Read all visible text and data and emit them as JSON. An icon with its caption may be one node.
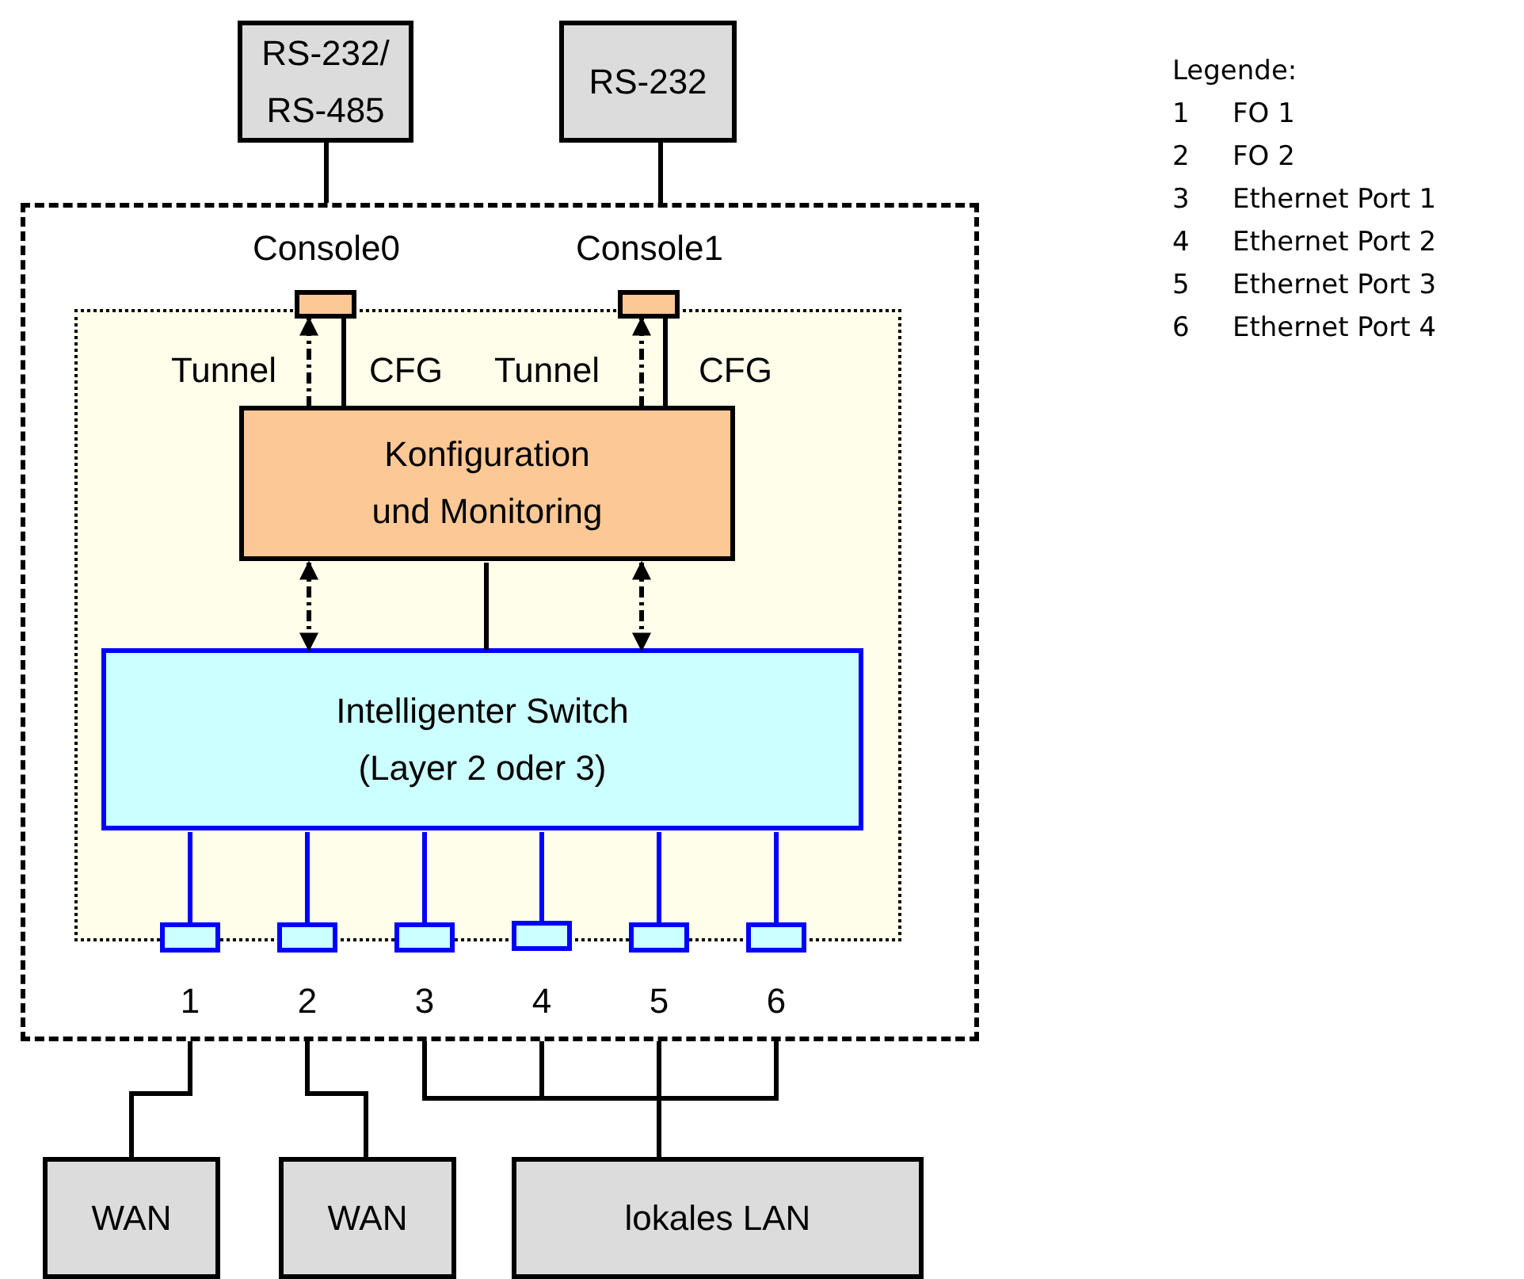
{
  "diagram": {
    "nodes": [
      {
        "text": [
          "RS-232/ RS-485"
        ]
      },
      {
        "text": [
          "RS-232"
        ]
      },
      {
        "text": [],
        "shape": "box"
      },
      {
        "text": [],
        "shape": "box",
        "in": 2
      },
      {
        "text": [],
        "shape": "box",
        "in": 2,
        "beside": [
          "Console0"
        ]
      },
      {
        "text": [],
        "shape": "box",
        "in": 2,
        "beside": [
          "Console1"
        ]
      },
      {
        "text": [
          "Konfiguration und Monitoring"
        ],
        "in": 3
      },
      {
        "text": [
          "Intelligenter Switch (Layer 2 oder 3)"
        ],
        "in": 3
      },
      {
        "text": [],
        "shape": "box",
        "in": 2,
        "beside": [
          "1"
        ]
      },
      {
        "text": [],
        "shape": "box",
        "in": 2,
        "beside": [
          "2"
        ]
      },
      {
        "text": [],
        "shape": "box",
        "in": 2,
        "beside": [
          "3"
        ]
      },
      {
        "text": [],
        "shape": "box",
        "in": 2,
        "beside": [
          "4"
        ]
      },
      {
        "text": [],
        "shape": "box",
        "in": 2,
        "beside": [
          "5"
        ]
      },
      {
        "text": [],
        "shape": "box",
        "in": 2,
        "beside": [
          "6"
        ]
      },
      {
        "text": [
          "WAN"
        ]
      },
      {
        "text": [
          "WAN"
        ]
      },
      {
        "text": [
          "lokales LAN"
        ]
      }
    ],
    "edges": [
      {
        "from": 0,
        "to": 2,
        "arrow": "none"
      },
      {
        "from": 1,
        "to": 2,
        "arrow": "none"
      },
      {
        "from": 6,
        "to": 4,
        "arrow": "to",
        "style": "dashed",
        "label": "Tunnel"
      },
      {
        "from": 6,
        "to": 4,
        "arrow": "none",
        "label": "CFG"
      },
      {
        "from": 6,
        "to": 5,
        "arrow": "to",
        "style": "dashed",
        "label": "Tunnel"
      },
      {
        "from": 6,
        "to": 5,
        "arrow": "none",
        "label": "CFG"
      },
      {
        "from": 6,
        "to": 7,
        "arrow": "both",
        "style": "dashed"
      },
      {
        "from": 6,
        "to": 7,
        "arrow": "none"
      },
      {
        "from": 6,
        "to": 7,
        "arrow": "both",
        "style": "dashed"
      },
      {
        "from": 7,
        "to": 8,
        "arrow": "none",
        "color": "#0000ff"
      },
      {
        "from": 7,
        "to": 9,
        "arrow": "none",
        "color": "#0000ff"
      },
      {
        "from": 7,
        "to": 10,
        "arrow": "none",
        "color": "#0000ff"
      },
      {
        "from": 7,
        "to": 11,
        "arrow": "none",
        "color": "#0000ff"
      },
      {
        "from": 7,
        "to": 12,
        "arrow": "none",
        "color": "#0000ff"
      },
      {
        "from": 7,
        "to": 13,
        "arrow": "none",
        "color": "#0000ff"
      },
      {
        "from": 2,
        "to": 14,
        "arrow": "none"
      },
      {
        "from": 2,
        "to": 15,
        "arrow": "none"
      },
      {
        "from": 2,
        "to": 16,
        "arrow": "none"
      },
      {
        "from": 2,
        "to": 16,
        "arrow": "none"
      },
      {
        "from": 2,
        "to": 16,
        "arrow": "none"
      },
      {
        "from": 2,
        "to": 16,
        "arrow": "none"
      }
    ],
    "labels": [
      "Legende:",
      "1",
      "FO 1",
      "2",
      "FO 2",
      "3",
      "Ethernet Port 1",
      "4",
      "Ethernet Port 2",
      "5",
      "Ethernet Port 3",
      "6",
      "Ethernet Port 4"
    ]
  }
}
